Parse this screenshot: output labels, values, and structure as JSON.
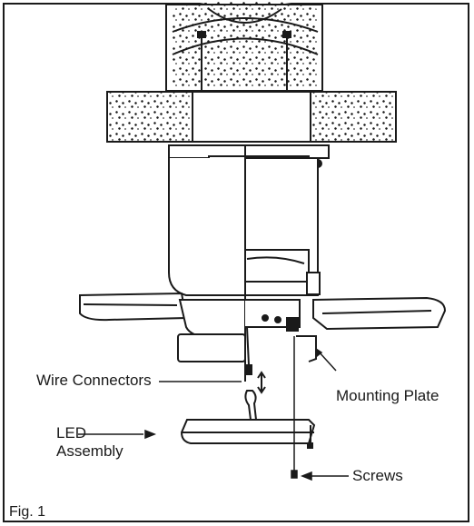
{
  "figure": {
    "caption": "Fig. 1",
    "callouts": {
      "wire_connectors": "Wire Connectors",
      "mounting_plate": "Mounting Plate",
      "led_line1": "LED",
      "led_line2": "Assembly",
      "screws": "Screws"
    }
  },
  "colors": {
    "ink": "#1a1a1a",
    "paper": "#ffffff"
  }
}
